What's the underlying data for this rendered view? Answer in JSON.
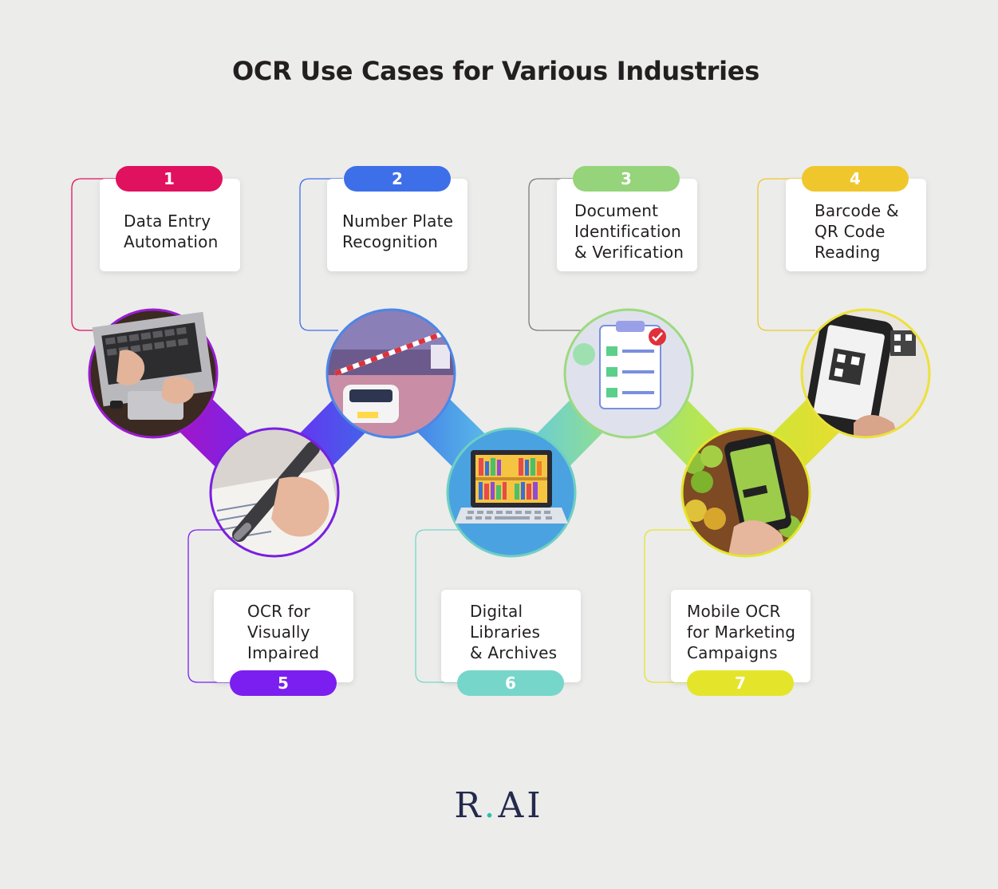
{
  "title": "OCR Use Cases for Various Industries",
  "colors": {
    "background": "#ececeb",
    "c1": "#e0115f",
    "c2": "#3d6fe8",
    "c3": "#95d47a",
    "c4": "#efc72c",
    "c5": "#7a1fef",
    "c6": "#76d6c9",
    "c7": "#e4e52b"
  },
  "items": [
    {
      "number": "1",
      "label": "Data Entry\nAutomation",
      "icon": "laptop-typing-photo"
    },
    {
      "number": "2",
      "label": "Number Plate\nRecognition",
      "icon": "parking-barrier-photo"
    },
    {
      "number": "3",
      "label": "Document\nIdentification\n& Verification",
      "icon": "document-checklist-illustration"
    },
    {
      "number": "4",
      "label": "Barcode &\nQR Code\nReading",
      "icon": "phone-qr-scan-photo"
    },
    {
      "number": "5",
      "label": "OCR for\nVisually\nImpaired",
      "icon": "scanning-pen-photo"
    },
    {
      "number": "6",
      "label": "Digital\nLibraries\n& Archives",
      "icon": "laptop-bookshelf-illustration"
    },
    {
      "number": "7",
      "label": "Mobile OCR\nfor Marketing\nCampaigns",
      "icon": "phone-grocery-scan-photo"
    }
  ],
  "logo": {
    "left": "R",
    "dot": ".",
    "right": "AI"
  }
}
